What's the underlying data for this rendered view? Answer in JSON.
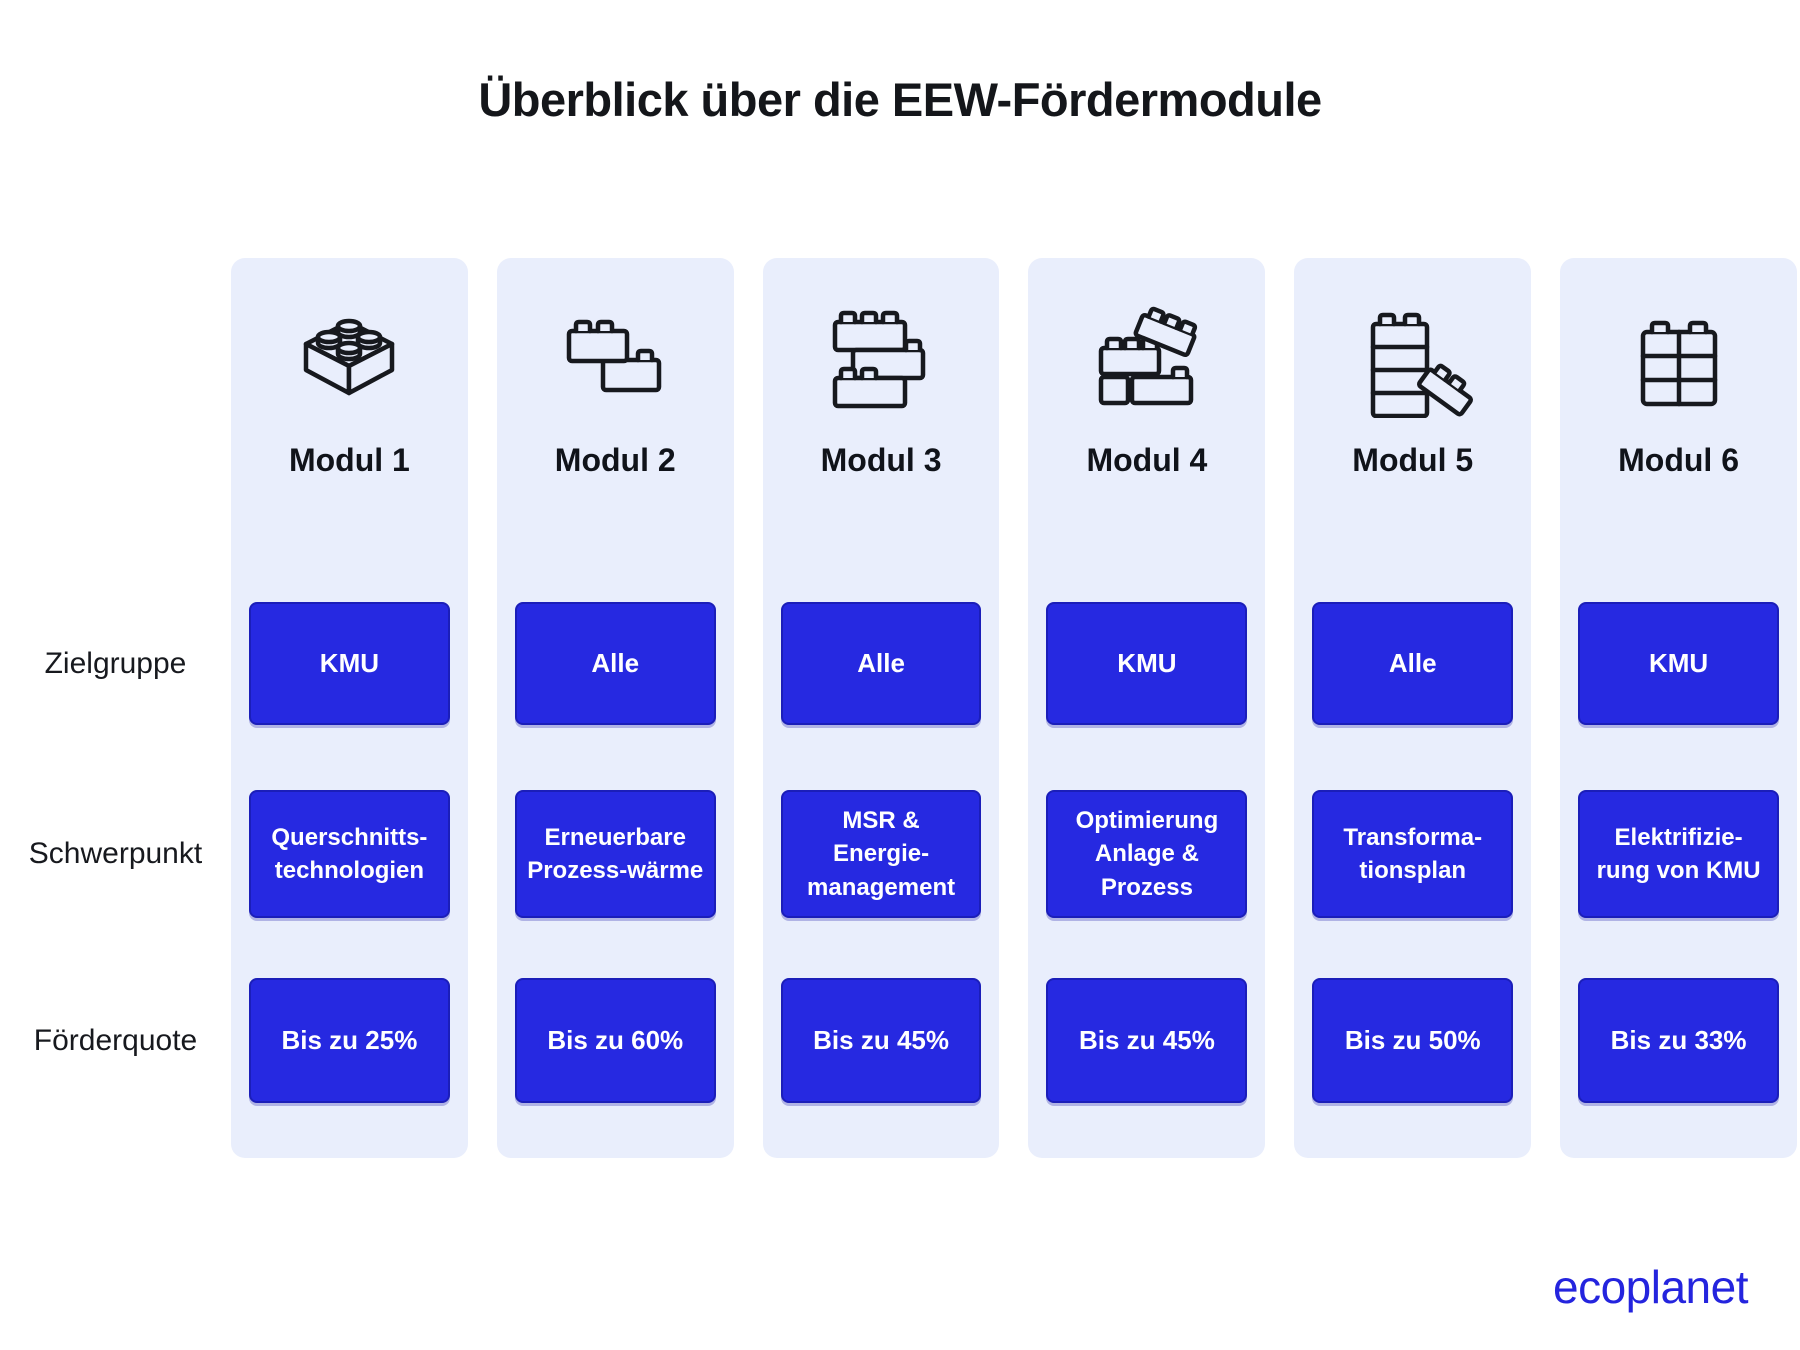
{
  "title": "Überblick über die EEW-Fördermodule",
  "row_labels": {
    "zielgruppe": "Zielgruppe",
    "schwerpunkt": "Schwerpunkt",
    "foerderquote": "Förderquote"
  },
  "modules": [
    {
      "name": "Modul 1",
      "icon": "lego-brick-3d-icon",
      "zielgruppe": "KMU",
      "schwerpunkt": "Querschnitts-\ntechnologien",
      "foerderquote": "Bis zu 25%"
    },
    {
      "name": "Modul 2",
      "icon": "two-bricks-icon",
      "zielgruppe": "Alle",
      "schwerpunkt": "Erneuerbare\nProzess-wärme",
      "foerderquote": "Bis zu 60%"
    },
    {
      "name": "Modul 3",
      "icon": "stacked-bricks-icon",
      "zielgruppe": "Alle",
      "schwerpunkt": "MSR &\nEnergie-\nmanagement",
      "foerderquote": "Bis zu 45%"
    },
    {
      "name": "Modul 4",
      "icon": "brick-pile-icon",
      "zielgruppe": "KMU",
      "schwerpunkt": "Optimierung\nAnlage &\nProzess",
      "foerderquote": "Bis zu 45%"
    },
    {
      "name": "Modul 5",
      "icon": "brick-tower-icon",
      "zielgruppe": "Alle",
      "schwerpunkt": "Transforma-\ntionsplan",
      "foerderquote": "Bis zu 50%"
    },
    {
      "name": "Modul 6",
      "icon": "brick-block-icon",
      "zielgruppe": "KMU",
      "schwerpunkt": "Elektrifizie-\nrung von KMU",
      "foerderquote": "Bis zu 33%"
    }
  ],
  "logo": {
    "text": "ecoplanet"
  },
  "colors": {
    "accent_blue": "#2629e1",
    "accent_blue_border": "#1b1eb9",
    "card_background": "#e9eefc",
    "logo_blue": "#2424de",
    "text_dark": "#14161a"
  }
}
